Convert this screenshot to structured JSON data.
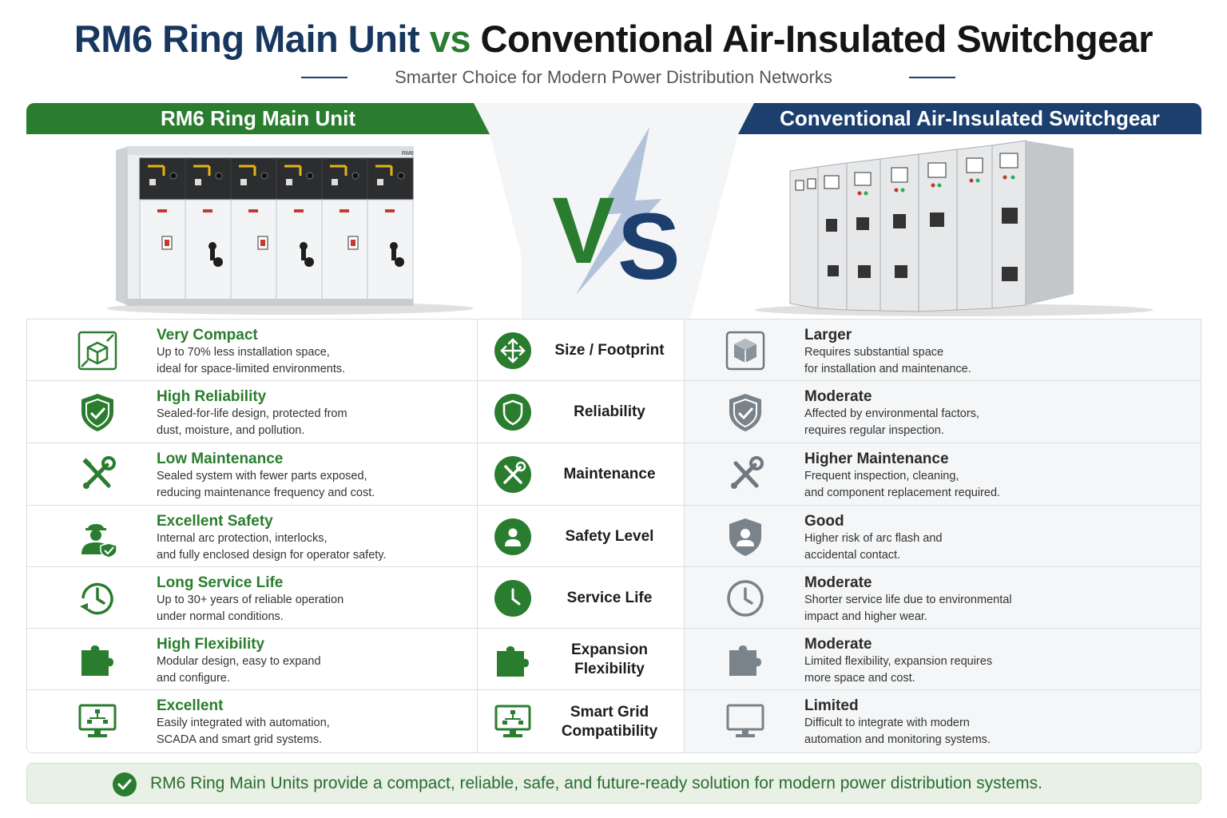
{
  "header": {
    "title_part1": "RM6 Ring Main Unit",
    "title_vs": "vs",
    "title_part2": "Conventional Air-Insulated Switchgear",
    "subtitle": "Smarter Choice for Modern Power Distribution Networks"
  },
  "panels": {
    "left_label": "RM6 Ring Main Unit",
    "right_label": "Conventional Air-Insulated Switchgear",
    "vs_v": "V",
    "vs_s": "S",
    "rm6_unit_badge": "RM6"
  },
  "colors": {
    "rm6_green": "#2a7d2e",
    "conventional_navy": "#1c3f6e",
    "conventional_gray": "#6f7780"
  },
  "rows": [
    {
      "criterion": "Size / Footprint",
      "mid_icon": "move-arrows-icon",
      "rm6_icon": "compact-box-icon",
      "conv_icon": "cube-icon",
      "rm6_heading": "Very Compact",
      "rm6_line1": "Up to 70% less installation space,",
      "rm6_line2": "ideal for space-limited environments.",
      "conv_heading": "Larger",
      "conv_line1": "Requires substantial space",
      "conv_line2": "for installation and maintenance."
    },
    {
      "criterion": "Reliability",
      "mid_icon": "shield-icon",
      "rm6_icon": "shield-check-icon",
      "conv_icon": "shield-check-icon",
      "rm6_heading": "High Reliability",
      "rm6_line1": "Sealed-for-life design, protected from",
      "rm6_line2": "dust, moisture, and pollution.",
      "conv_heading": "Moderate",
      "conv_line1": "Affected by environmental factors,",
      "conv_line2": "requires regular inspection."
    },
    {
      "criterion": "Maintenance",
      "mid_icon": "tools-icon",
      "rm6_icon": "tools-icon",
      "conv_icon": "tools-icon",
      "rm6_heading": "Low Maintenance",
      "rm6_line1": "Sealed system with fewer parts exposed,",
      "rm6_line2": "reducing maintenance frequency and cost.",
      "conv_heading": "Higher Maintenance",
      "conv_line1": "Frequent inspection, cleaning,",
      "conv_line2": "and component replacement required."
    },
    {
      "criterion": "Safety Level",
      "mid_icon": "worker-icon",
      "rm6_icon": "worker-shield-icon",
      "conv_icon": "worker-shield-icon",
      "rm6_heading": "Excellent Safety",
      "rm6_line1": "Internal arc protection, interlocks,",
      "rm6_line2": "and fully enclosed design for operator safety.",
      "conv_heading": "Good",
      "conv_line1": "Higher risk of arc flash and",
      "conv_line2": "accidental contact."
    },
    {
      "criterion": "Service Life",
      "mid_icon": "clock-icon",
      "rm6_icon": "clock-history-icon",
      "conv_icon": "clock-icon",
      "rm6_heading": "Long Service Life",
      "rm6_line1": "Up to 30+ years of reliable operation",
      "rm6_line2": "under normal conditions.",
      "conv_heading": "Moderate",
      "conv_line1": "Shorter service life due to environmental",
      "conv_line2": "impact and higher wear."
    },
    {
      "criterion_line1": "Expansion",
      "criterion_line2": "Flexibility",
      "mid_icon": "puzzle-icon",
      "rm6_icon": "puzzle-icon",
      "conv_icon": "puzzle-icon",
      "rm6_heading": "High Flexibility",
      "rm6_line1": "Modular design, easy to expand",
      "rm6_line2": "and configure.",
      "conv_heading": "Moderate",
      "conv_line1": "Limited flexibility, expansion requires",
      "conv_line2": "more space and cost."
    },
    {
      "criterion_line1": "Smart Grid",
      "criterion_line2": "Compatibility",
      "mid_icon": "monitor-network-icon",
      "rm6_icon": "monitor-network-icon",
      "conv_icon": "monitor-icon",
      "rm6_heading": "Excellent",
      "rm6_line1": "Easily integrated with automation,",
      "rm6_line2": "SCADA and smart grid systems.",
      "conv_heading": "Limited",
      "conv_line1": "Difficult to integrate with modern",
      "conv_line2": "automation and monitoring systems."
    }
  ],
  "footer": {
    "text": "RM6 Ring Main Units provide a compact, reliable, safe, and future-ready solution for modern power distribution systems."
  }
}
